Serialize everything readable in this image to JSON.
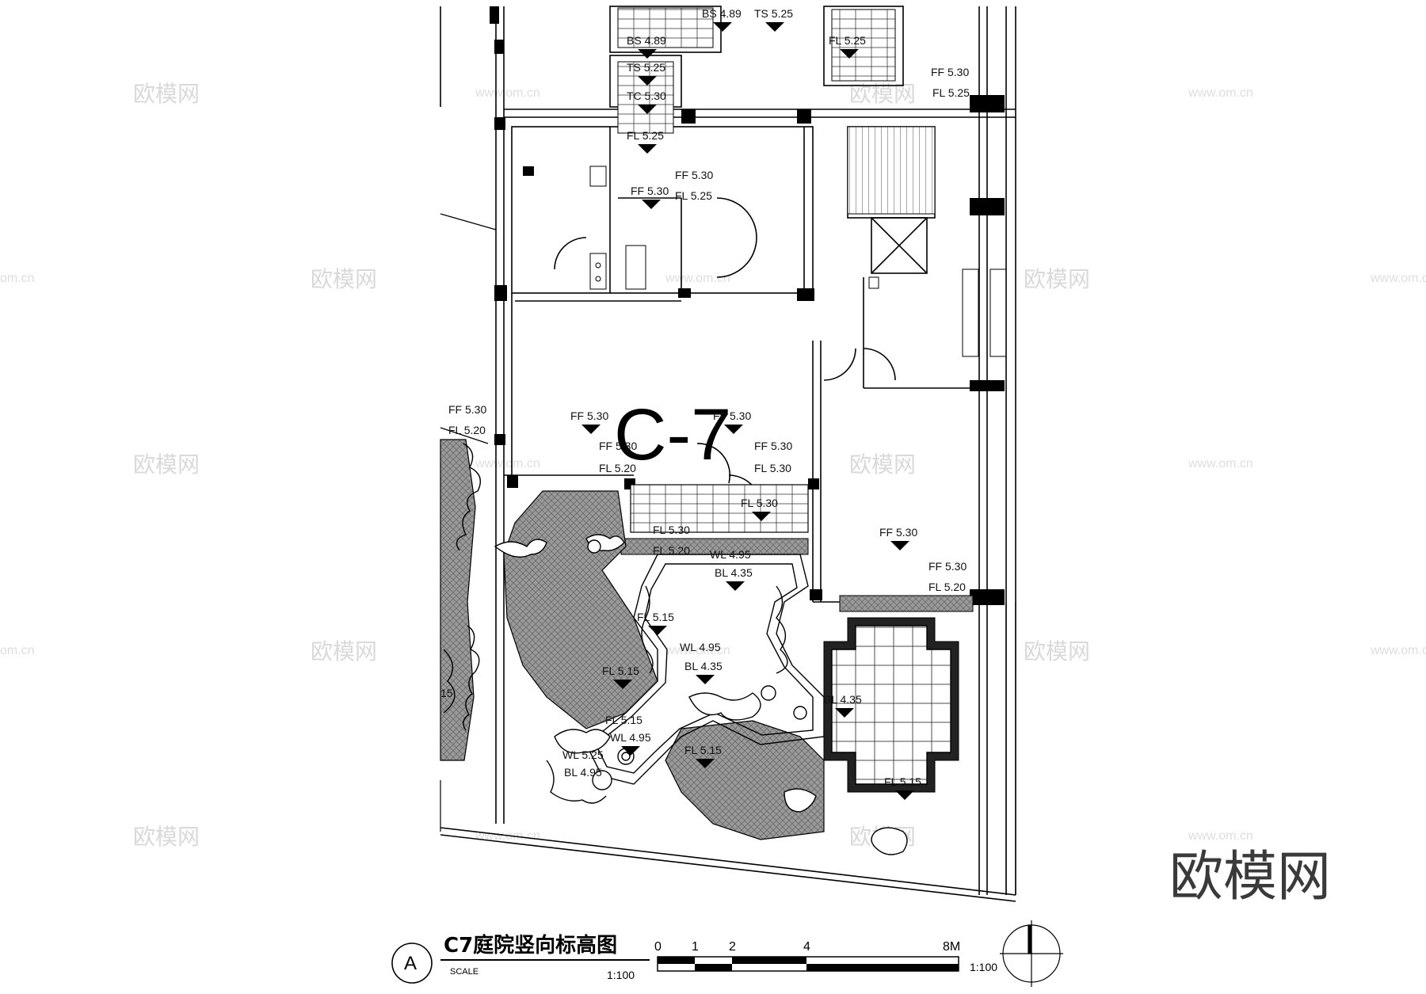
{
  "plan": {
    "unit_label": "C-7",
    "title": "C7庭院竖向标高图",
    "section_letter": "A",
    "scale_caption": "SCALE",
    "scale_ratio": "1:100",
    "scale_bar_ratio": "1:100",
    "scale_ticks": [
      "0",
      "1",
      "2",
      "4",
      "8M"
    ]
  },
  "levels": [
    "BS 4.89",
    "TS 5.25",
    "FL 5.25",
    "FF 5.30",
    "FL 5.25",
    "BS 4.89",
    "TS 5.25",
    "TC 5.30",
    "FL 5.25",
    "FF 5.30",
    "FL 5.25",
    "FF 5.30",
    "FF 5.30",
    "FL 5.20",
    "FF 5.30",
    "FF 5.30",
    "FF 5.30",
    "FL 5.20",
    "FF 5.30",
    "FL 5.30",
    "FL 5.30",
    "FL 5.30",
    "FL 5.20",
    "WL 4.95",
    "BL 4.35",
    "FF 5.30",
    "FF 5.30",
    "FL 5.20",
    "FL 5.15",
    "WL 4.95",
    "BL 4.35",
    "FL 5.15",
    "FL 5.15",
    "WL 4.95",
    "BL 4.35",
    "FL 5.15",
    "WL 5.25",
    "BL 4.95",
    "FL 5.15",
    "15"
  ],
  "watermarks": {
    "brand_cn": "欧模网",
    "url": "www.om.cn",
    "url_short": "om.cn"
  },
  "brand": {
    "logo_text": "欧模网"
  },
  "colors": {
    "ink": "#000000",
    "hatch": "#8c8c8c",
    "watermark": "#d9d9d9"
  }
}
